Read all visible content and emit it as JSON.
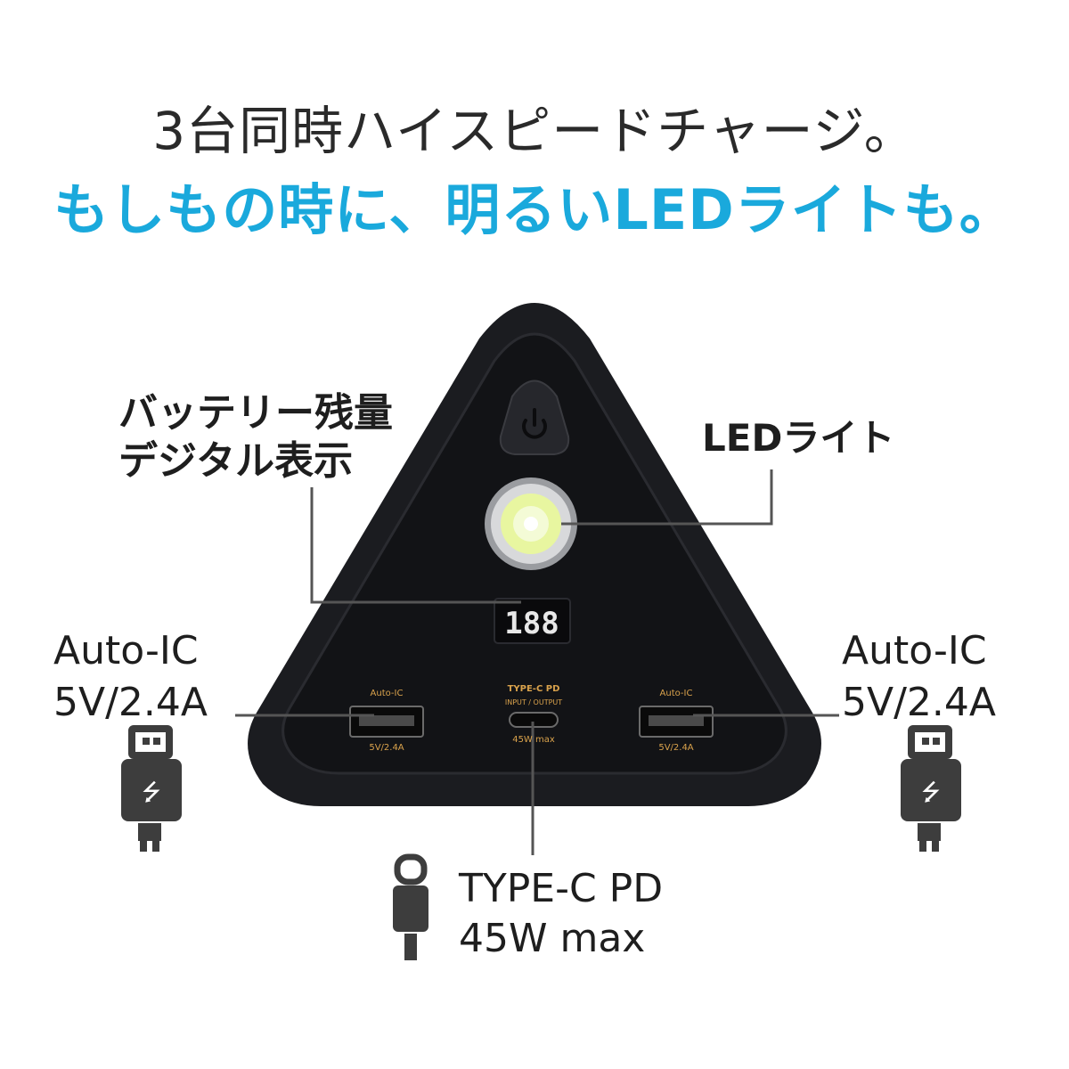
{
  "headline": {
    "line1": "3台同時ハイスピードチャージ。",
    "line2": "もしもの時に、明るいLEDライトも。"
  },
  "callouts": {
    "battery_display": {
      "line1": "バッテリー残量",
      "line2": "デジタル表示"
    },
    "led_light": "LEDライト",
    "usb_left": {
      "line1": "Auto-IC",
      "line2": "5V/2.4A"
    },
    "usb_right": {
      "line1": "Auto-IC",
      "line2": "5V/2.4A"
    },
    "typec": {
      "line1": "TYPE-C PD",
      "line2": "45W max"
    }
  },
  "device": {
    "display_digits": "188",
    "port_left": {
      "top": "Auto-IC",
      "bottom": "5V/2.4A"
    },
    "port_center": {
      "top": "TYPE-C PD",
      "middle": "INPUT / OUTPUT",
      "bottom": "45W max"
    },
    "port_right": {
      "top": "Auto-IC",
      "bottom": "5V/2.4A"
    }
  },
  "icons": [
    "power-icon",
    "led-lamp-icon",
    "usb-a-cable-icon",
    "usb-c-cable-icon"
  ],
  "colors": {
    "accent": "#1aa9dc",
    "device": "#1b1c20",
    "port_label": "#d9a24c",
    "cable": "#3d3d3d"
  }
}
